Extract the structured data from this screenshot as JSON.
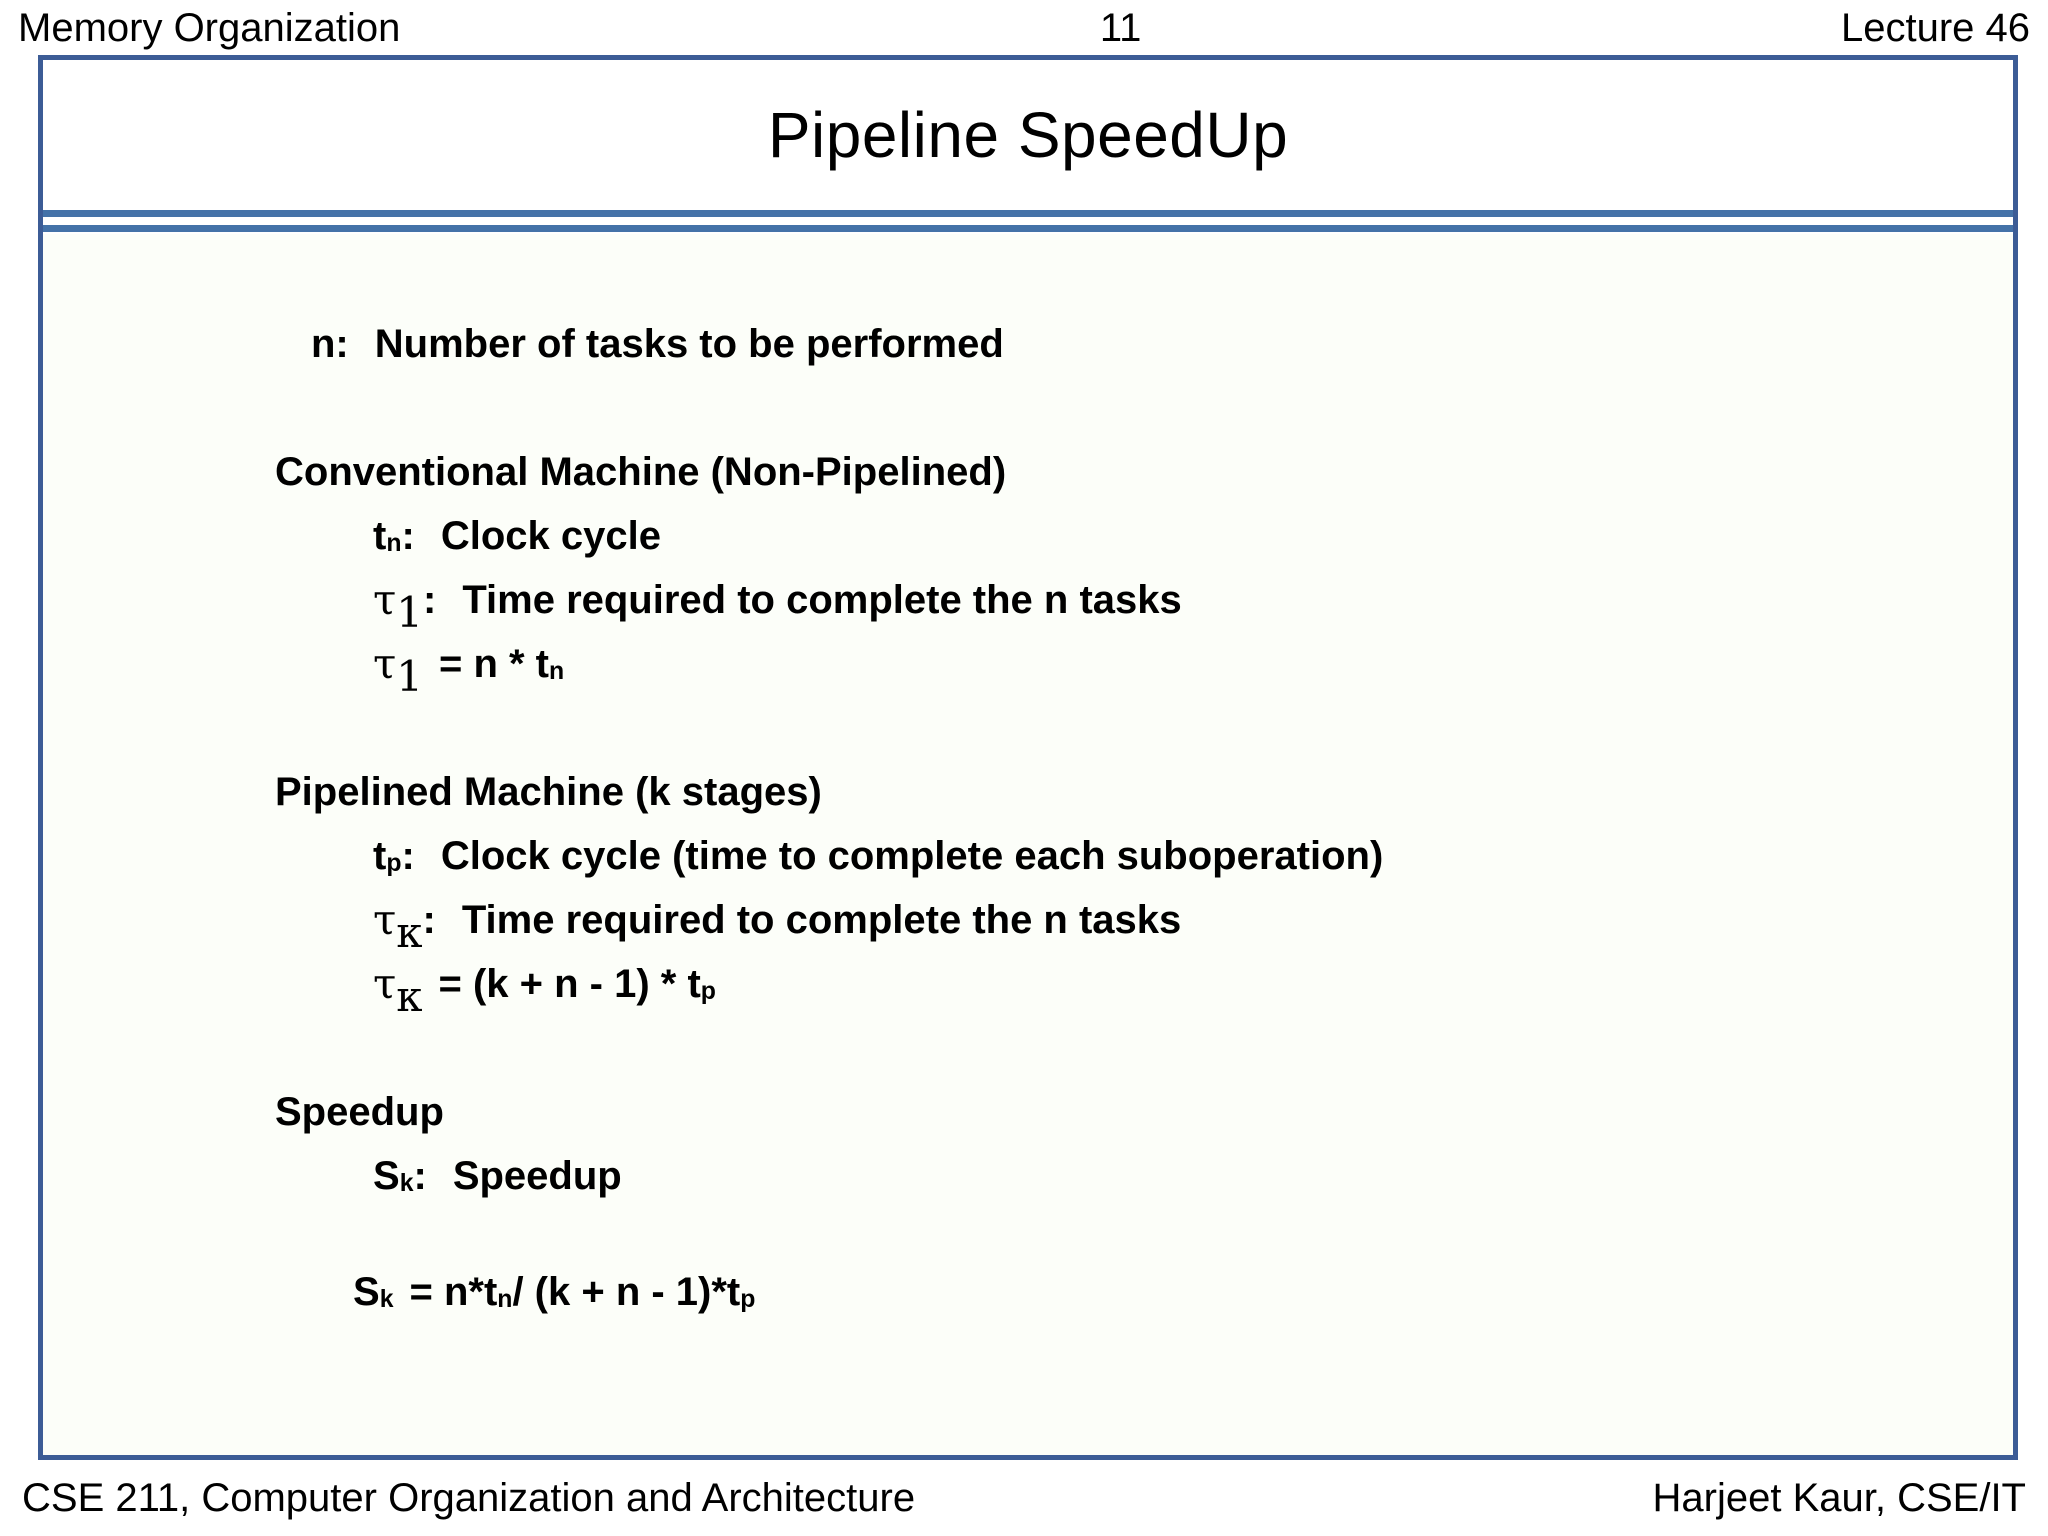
{
  "header": {
    "left": "Memory Organization",
    "page_number": "11",
    "right": "Lecture 46"
  },
  "slide": {
    "title": "Pipeline SpeedUp"
  },
  "body": {
    "n_label": "n:",
    "n_text": "Number of tasks to be performed",
    "conventional_heading": "Conventional Machine (Non-Pipelined)",
    "tn_label": "t",
    "tn_sub": "n",
    "tn_colon": ":",
    "tn_text": "Clock cycle",
    "tau1_symbol": "τ",
    "tau1_sub": "1",
    "tau1_colon": ":",
    "tau1_text": "Time required to complete the n tasks",
    "tau1_eq_symbol": "τ",
    "tau1_eq_sub": "1",
    "tau1_eq_rhs_a": "= n * t",
    "tau1_eq_rhs_sub": "n",
    "pipelined_heading": "Pipelined Machine (k stages)",
    "tp_label": "t",
    "tp_sub": "p",
    "tp_colon": ":",
    "tp_text": "Clock cycle (time to complete each suboperation)",
    "tauk_symbol": "τ",
    "tauk_sub": "κ",
    "tauk_colon": ":",
    "tauk_text": "Time required to complete the n tasks",
    "tauk_eq_symbol": "τ",
    "tauk_eq_sub": "κ",
    "tauk_eq_rhs_a": "= (k + n - 1) * t",
    "tauk_eq_rhs_sub": "p",
    "speedup_heading": "Speedup",
    "sk_label": "S",
    "sk_sub": "k",
    "sk_colon": ":",
    "sk_text": "Speedup",
    "sk_eq_label": "S",
    "sk_eq_sub": "k",
    "sk_eq_rhs_a": "= n*t",
    "sk_eq_rhs_sub1": "n",
    "sk_eq_rhs_b": " / (k + n - 1)*t",
    "sk_eq_rhs_sub2": "p"
  },
  "footer": {
    "left": "CSE 211, Computer Organization and Architecture",
    "right": "Harjeet Kaur, CSE/IT"
  },
  "colors": {
    "border_blue": "#3C5C96",
    "rule_blue": "#4472A8",
    "body_bg": "#FCFEF9",
    "title_bg": "#FFFFFF",
    "text": "#000000"
  }
}
